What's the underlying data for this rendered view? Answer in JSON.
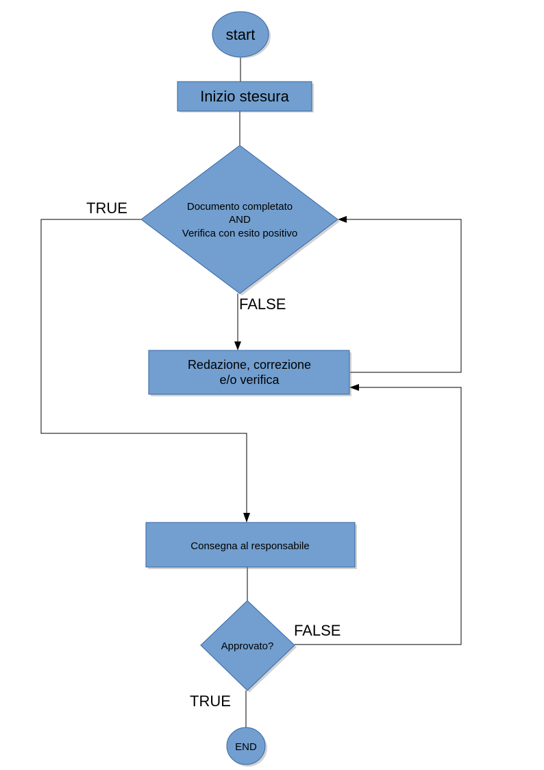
{
  "colors": {
    "node_fill": "#729fcf",
    "node_border": "#3465a4",
    "line": "#000000"
  },
  "nodes": {
    "start": {
      "label": "start"
    },
    "inizio": {
      "label": "Inizio stesura"
    },
    "decision1": {
      "line1": "Documento completato",
      "line2": "AND",
      "line3": "Verifica con esito positivo"
    },
    "redazione": {
      "line1": "Redazione, correzione",
      "line2": "e/o verifica"
    },
    "consegna": {
      "label": "Consegna al responsabile"
    },
    "decision2": {
      "label": "Approvato?"
    },
    "end": {
      "label": "END"
    }
  },
  "edge_labels": {
    "d1_true": "TRUE",
    "d1_false": "FALSE",
    "d2_false": "FALSE",
    "d2_true": "TRUE"
  }
}
